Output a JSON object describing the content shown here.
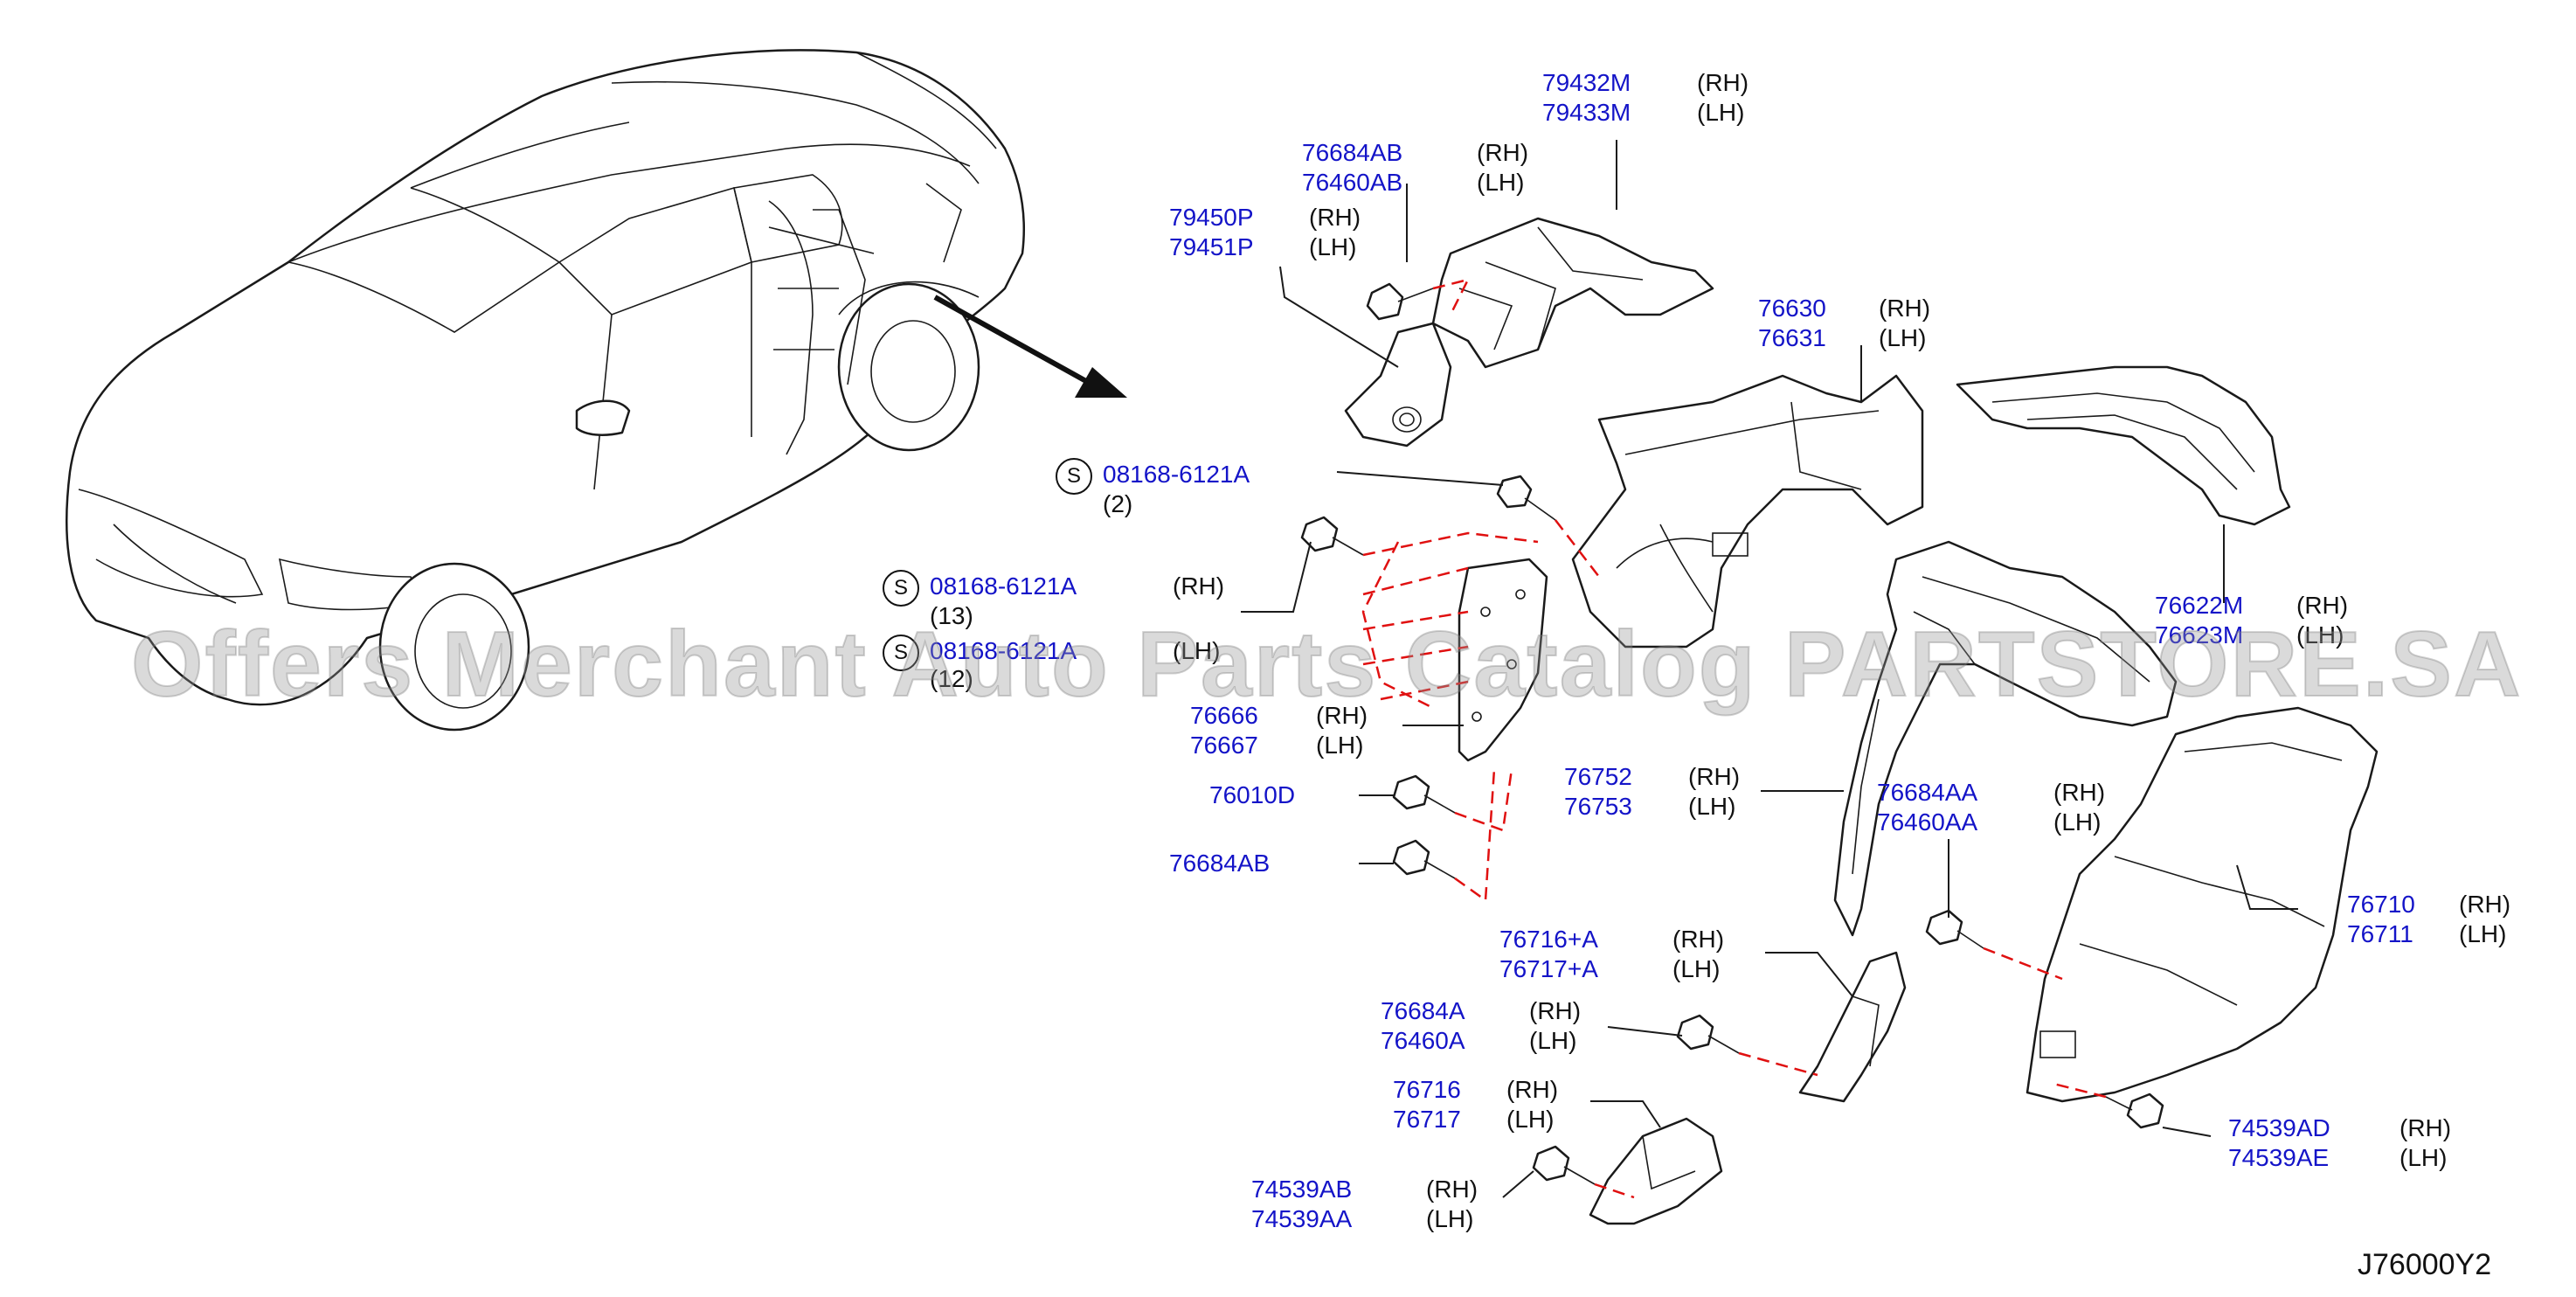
{
  "watermark": "Offers Merchant Auto Parts Catalog PARTSTORE.SA",
  "diagram_code": "J76000Y2",
  "callouts": [
    {
      "id": "c1",
      "parts": [
        "79432M",
        "79433M"
      ],
      "sides": [
        "(RH)",
        "(LH)"
      ]
    },
    {
      "id": "c2",
      "parts": [
        "76684AB",
        "76460AB"
      ],
      "sides": [
        "(RH)",
        "(LH)"
      ]
    },
    {
      "id": "c3",
      "parts": [
        "79450P",
        "79451P"
      ],
      "sides": [
        "(RH)",
        "(LH)"
      ]
    },
    {
      "id": "c4",
      "parts": [
        "76630",
        "76631"
      ],
      "sides": [
        "(RH)",
        "(LH)"
      ]
    },
    {
      "id": "c5",
      "parts": [
        "08168-6121A"
      ],
      "sides": [],
      "qty": "(2)",
      "symbol": "S"
    },
    {
      "id": "c6",
      "parts": [
        "08168-6121A"
      ],
      "sides": [
        "(RH)"
      ],
      "qty": "(13)",
      "symbol": "S"
    },
    {
      "id": "c7",
      "parts": [
        "08168-6121A"
      ],
      "sides": [
        "(LH)"
      ],
      "qty": "(12)",
      "symbol": "S"
    },
    {
      "id": "c8",
      "parts": [
        "76622M",
        "76623M"
      ],
      "sides": [
        "(RH)",
        "(LH)"
      ]
    },
    {
      "id": "c9",
      "parts": [
        "76666",
        "76667"
      ],
      "sides": [
        "(RH)",
        "(LH)"
      ]
    },
    {
      "id": "c10",
      "parts": [
        "76752",
        "76753"
      ],
      "sides": [
        "(RH)",
        "(LH)"
      ]
    },
    {
      "id": "c11",
      "parts": [
        "76684AA",
        "76460AA"
      ],
      "sides": [
        "(RH)",
        "(LH)"
      ]
    },
    {
      "id": "c12",
      "parts": [
        "76010D"
      ],
      "sides": []
    },
    {
      "id": "c13",
      "parts": [
        "76684AB"
      ],
      "sides": []
    },
    {
      "id": "c14",
      "parts": [
        "76710",
        "76711"
      ],
      "sides": [
        "(RH)",
        "(LH)"
      ]
    },
    {
      "id": "c15",
      "parts": [
        "76716+A",
        "76717+A"
      ],
      "sides": [
        "(RH)",
        "(LH)"
      ]
    },
    {
      "id": "c16",
      "parts": [
        "76684A",
        "76460A"
      ],
      "sides": [
        "(RH)",
        "(LH)"
      ]
    },
    {
      "id": "c17",
      "parts": [
        "76716",
        "76717"
      ],
      "sides": [
        "(RH)",
        "(LH)"
      ]
    },
    {
      "id": "c18",
      "parts": [
        "74539AD",
        "74539AE"
      ],
      "sides": [
        "(RH)",
        "(LH)"
      ]
    },
    {
      "id": "c19",
      "parts": [
        "74539AB",
        "74539AA"
      ],
      "sides": [
        "(RH)",
        "(LH)"
      ]
    }
  ]
}
